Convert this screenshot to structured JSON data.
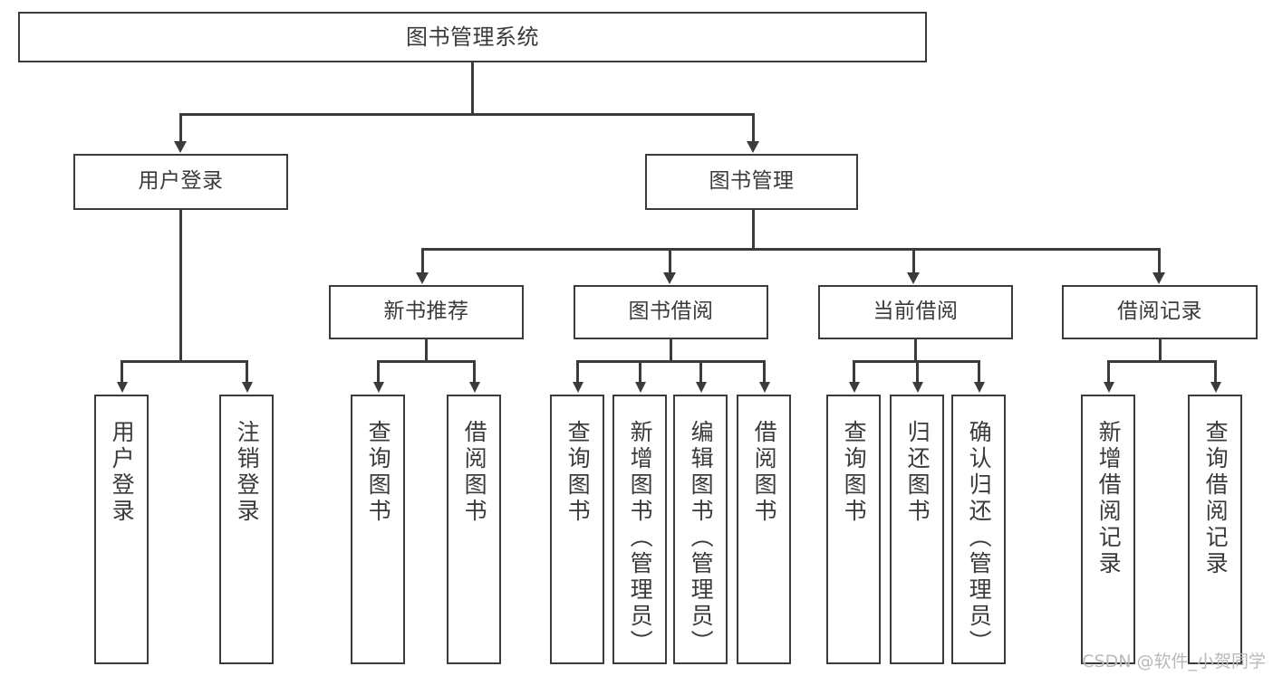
{
  "diagram": {
    "title": "图书管理系统",
    "type": "tree",
    "watermark": "CSDN @软件_小贺同学",
    "colors": {
      "box_border": "#3b3b3b",
      "box_fill": "#ffffff",
      "text": "#3a3a3a",
      "connector": "#3b3b3b",
      "watermark": "#b9b9b9",
      "background": "#ffffff"
    },
    "levels": {
      "level_1": [
        "图书管理系统"
      ],
      "level_2": [
        "用户登录",
        "图书管理"
      ],
      "level_3": [
        "新书推荐",
        "图书借阅",
        "当前借阅",
        "借阅记录"
      ],
      "level_4": [
        "用户登录",
        "注销登录",
        "查询图书",
        "借阅图书",
        "查询图书",
        "新增图书（管理员）",
        "编辑图书（管理员）",
        "借阅图书",
        "查询图书",
        "归还图书",
        "确认归还（管理员）",
        "新增借阅记录",
        "查询借阅记录"
      ]
    }
  },
  "nodes": {
    "root": {
      "label": "图书管理系统"
    },
    "branch": {
      "user_login": {
        "label": "用户登录"
      },
      "book_manage": {
        "label": "图书管理"
      }
    },
    "category": {
      "new_book_rec": {
        "label": "新书推荐"
      },
      "book_borrow": {
        "label": "图书借阅"
      },
      "current_borrow": {
        "label": "当前借阅"
      },
      "borrow_record": {
        "label": "借阅记录"
      }
    },
    "leaf": {
      "user_login_do": {
        "label": "用户登录"
      },
      "user_logout": {
        "label": "注销登录"
      },
      "rec_query_book": {
        "label": "查询图书"
      },
      "rec_borrow_book": {
        "label": "借阅图书"
      },
      "bb_query_book": {
        "label": "查询图书"
      },
      "bb_add_book": {
        "label": "新增图书（管理员）"
      },
      "bb_edit_book": {
        "label": "编辑图书（管理员）"
      },
      "bb_borrow_book": {
        "label": "借阅图书"
      },
      "cb_query_book": {
        "label": "查询图书"
      },
      "cb_return_book": {
        "label": "归还图书"
      },
      "cb_confirm_return": {
        "label": "确认归还（管理员）"
      },
      "br_add_record": {
        "label": "新增借阅记录"
      },
      "br_query_record": {
        "label": "查询借阅记录"
      }
    }
  }
}
